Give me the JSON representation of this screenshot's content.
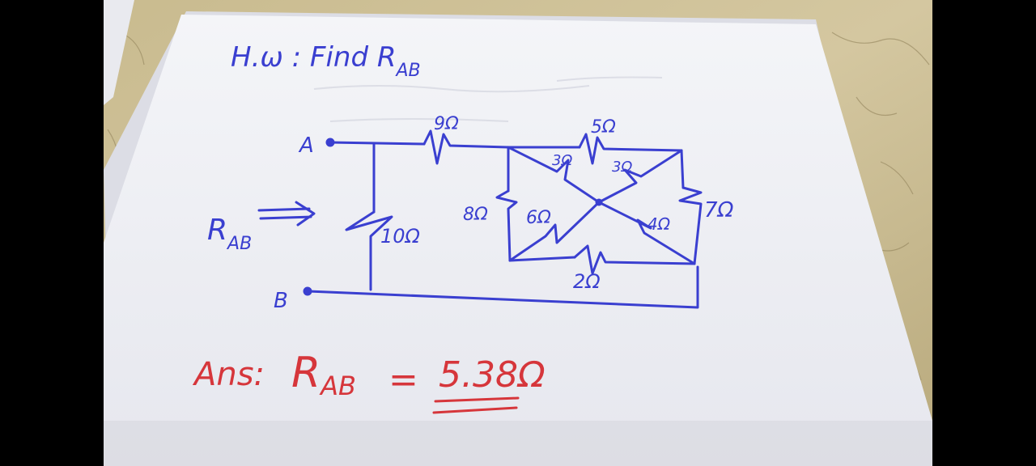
{
  "colors": {
    "ink_blue": "#3a3fd0",
    "ink_red": "#d6363b",
    "paper": "#f2f3f7",
    "table": "#cdbf95",
    "frame": "#000000"
  },
  "note": {
    "heading_prefix": "H.ω : Find R",
    "heading_sub": "AB",
    "circuit": {
      "node_a": "A",
      "node_b": "B",
      "rab_main": "R",
      "rab_sub": "AB",
      "arrow": "⇒",
      "r_9": "9Ω",
      "r_5": "5Ω",
      "r_3_left": "3Ω",
      "r_3_right": "3Ω",
      "r_8": "8Ω",
      "r_6": "6Ω",
      "r_4": "4Ω",
      "r_7": "7Ω",
      "r_2": "2Ω",
      "r_10": "10Ω"
    },
    "answer": {
      "label": "Ans:",
      "rab_main": "R",
      "rab_sub": "AB",
      "equals": "=",
      "value": "5.38Ω"
    }
  }
}
